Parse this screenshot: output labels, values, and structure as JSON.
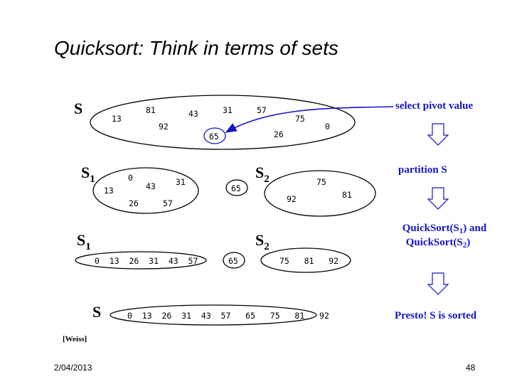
{
  "title": "Quicksort: Think in terms of sets",
  "set_s": {
    "label": "S",
    "numbers": [
      "13",
      "81",
      "92",
      "43",
      "31",
      "57",
      "75",
      "0",
      "26"
    ],
    "pivot": "65"
  },
  "partition": {
    "s1_label": "S",
    "s1_sub": "1",
    "s1_numbers": [
      "0",
      "13",
      "43",
      "31",
      "26",
      "57"
    ],
    "pivot": "65",
    "s2_label": "S",
    "s2_sub": "2",
    "s2_numbers": [
      "75",
      "92",
      "81"
    ]
  },
  "sorted_parts": {
    "s1_label": "S",
    "s1_sub": "1",
    "s1_text": "0  13  26  31  43  57",
    "pivot": "65",
    "s2_label": "S",
    "s2_sub": "2",
    "s2_text": "75   81   92"
  },
  "final": {
    "label": "S",
    "text": "0  13  26  31  43  57   65   75   81   92"
  },
  "steps": {
    "select": "select pivot value",
    "partition": "partition S",
    "qs_line1_a": "QuickSort(S",
    "qs_line1_sub": "1",
    "qs_line1_b": ") and",
    "qs_line2_a": "QuickSort(S",
    "qs_line2_sub": "2",
    "qs_line2_b": ")",
    "done": "Presto!  S is sorted"
  },
  "citation": "[Weiss]",
  "footer": {
    "date": "2/04/2013",
    "page": "48"
  },
  "colors": {
    "accent": "#1414c8",
    "ink": "#000000"
  }
}
